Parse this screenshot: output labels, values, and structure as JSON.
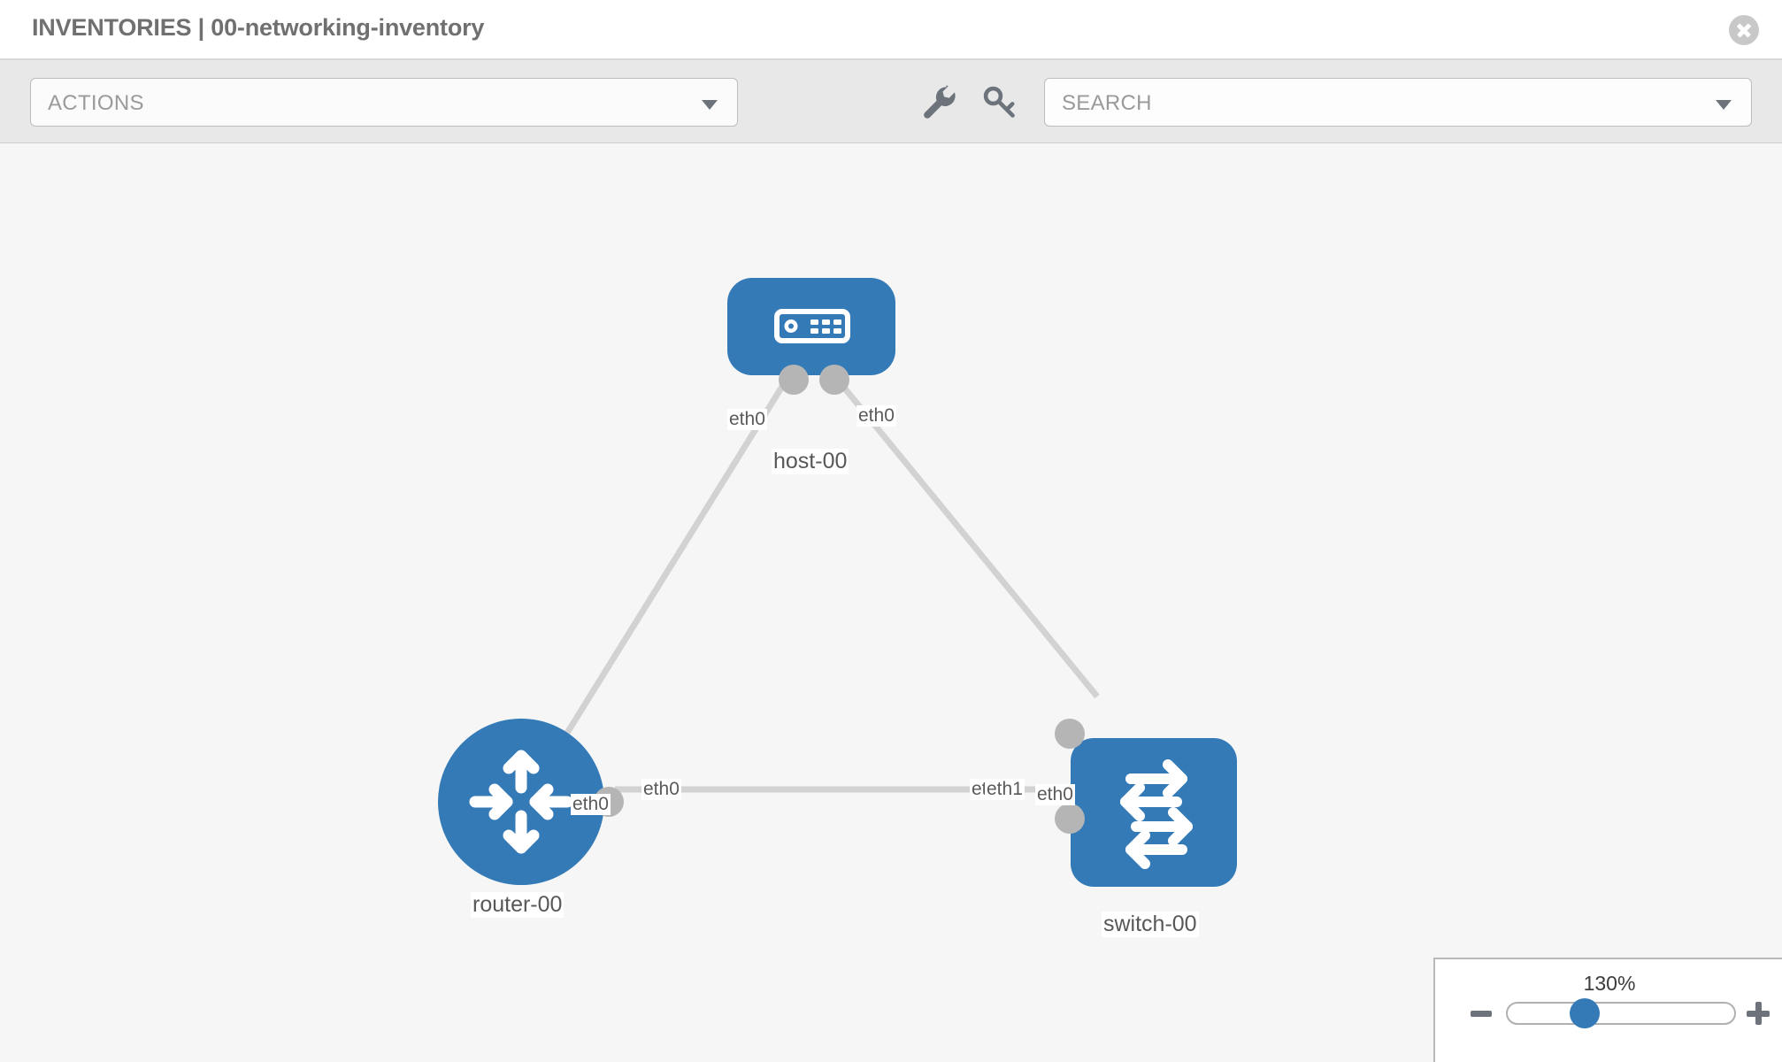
{
  "header": {
    "title": "INVENTORIES | 00-networking-inventory",
    "close_icon": "close-circle-icon"
  },
  "toolbar": {
    "actions_label": "ACTIONS",
    "actions_caret": "chevron-down-icon",
    "wrench_icon": "wrench-icon",
    "key_icon": "key-icon",
    "search_placeholder": "SEARCH",
    "search_caret": "chevron-down-icon"
  },
  "topology": {
    "accent_color": "#337ab7",
    "link_color": "#d2d2d2",
    "port_color": "#b5b5b5",
    "canvas_color": "#f6f6f6",
    "nodes": [
      {
        "id": "host-00",
        "label": "host-00",
        "icon": "server-icon",
        "shape": "rounded-rect"
      },
      {
        "id": "router-00",
        "label": "router-00",
        "icon": "router-icon",
        "shape": "circle"
      },
      {
        "id": "switch-00",
        "label": "switch-00",
        "icon": "switch-icon",
        "shape": "rounded-square"
      }
    ],
    "links": [
      {
        "from": "host-00",
        "to": "router-00",
        "from_iface": "eth0",
        "to_iface": "eth0"
      },
      {
        "from": "host-00",
        "to": "switch-00",
        "from_iface": "eth0",
        "to_iface": "eth0"
      },
      {
        "from": "router-00",
        "to": "switch-00",
        "from_iface": "eth0",
        "to_iface_a": "eth0",
        "to_iface_b": "eth1"
      }
    ]
  },
  "zoom_control": {
    "value_label": "130%",
    "minus_label": "minus-icon",
    "plus_label": "plus-icon"
  }
}
